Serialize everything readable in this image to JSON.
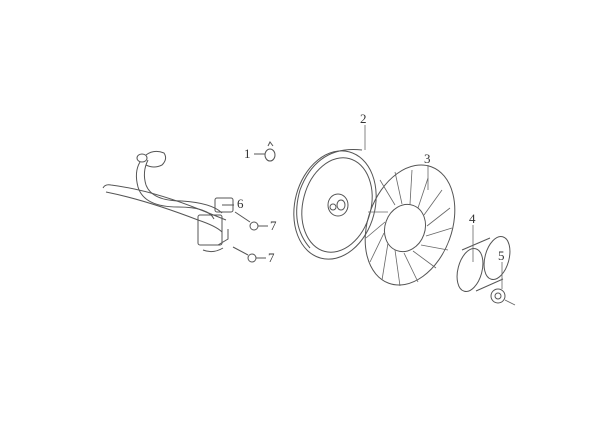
{
  "diagram": {
    "type": "exploded-parts-view",
    "subject": "flywheel and ignition coil assembly",
    "callouts": [
      {
        "id": "1",
        "label": "1",
        "part": "clip"
      },
      {
        "id": "2",
        "label": "2",
        "part": "flywheel"
      },
      {
        "id": "3",
        "label": "3",
        "part": "cooling fan"
      },
      {
        "id": "4",
        "label": "4",
        "part": "starter cup"
      },
      {
        "id": "5",
        "label": "5",
        "part": "flange nut"
      },
      {
        "id": "6",
        "label": "6",
        "part": "ignition coil"
      },
      {
        "id": "7a",
        "label": "7",
        "part": "bolt"
      },
      {
        "id": "7b",
        "label": "7",
        "part": "bolt"
      }
    ]
  }
}
